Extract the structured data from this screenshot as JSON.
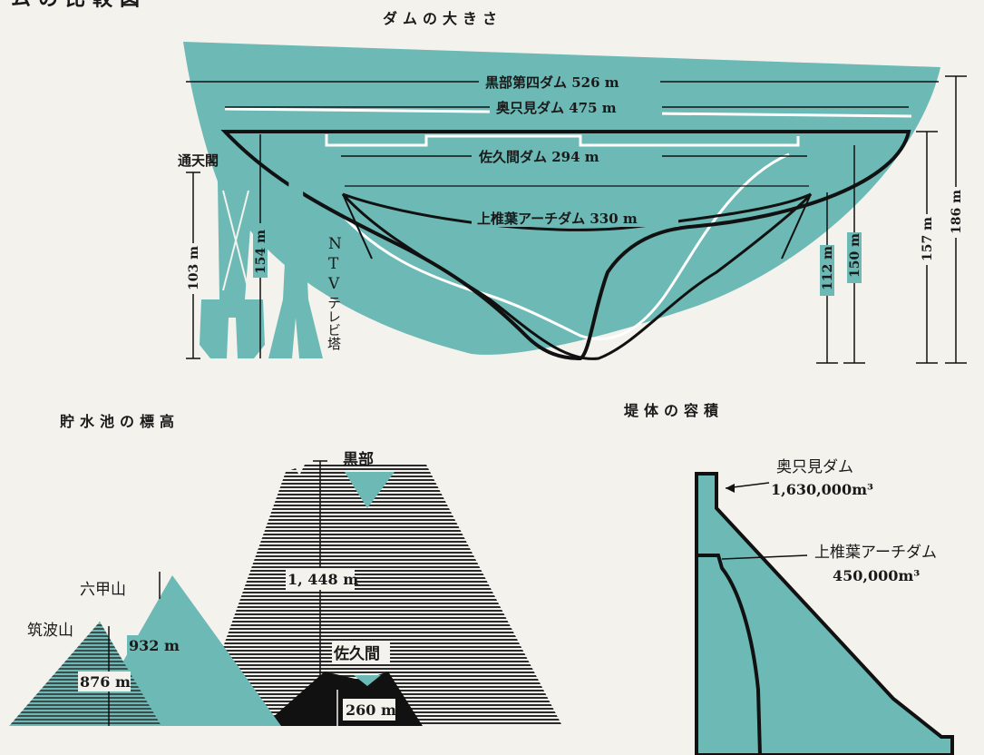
{
  "headings": {
    "corner": "ダムの比較図",
    "dam_size": "ダムの大きさ",
    "reservoir_elevation": "貯水池の標高",
    "dam_volume": "堤体の容積"
  },
  "dam_size": {
    "kurobe_label": "黒部第四ダム 526 m",
    "okutadami_label": "奥只見ダム 475 m",
    "sakuma_label": "佐久間ダム 294 m",
    "kamishiiba_label": "上椎葉アーチダム 330 m",
    "tsutenkaku_label": "通天閣",
    "tsutenkaku_height": "103 m",
    "ntv_height": "154 m",
    "ntv_label_1": "N",
    "ntv_label_2": "T",
    "ntv_label_3": "V",
    "ntv_label_4": "テレビ塔",
    "h112": "112 m",
    "h150": "150 m",
    "h157": "157 m",
    "h186": "186 m"
  },
  "elevation": {
    "kurobe": "黒部",
    "kurobe_elev": "1, 448 m",
    "rokko": "六甲山",
    "rokko_elev": "932 m",
    "tsukuba": "筑波山",
    "tsukuba_elev": "876 m",
    "sakuma": "佐久間",
    "sakuma_elev": "260 m"
  },
  "volume": {
    "okutadami": "奥只見ダム",
    "okutadami_vol": "1,630,000m³",
    "kamishiiba": "上椎葉アーチダム",
    "kamishiiba_vol": "450,000m³"
  },
  "colors": {
    "teal": "#6cb9b5",
    "black": "#111111",
    "paper": "#f4f2ec"
  }
}
